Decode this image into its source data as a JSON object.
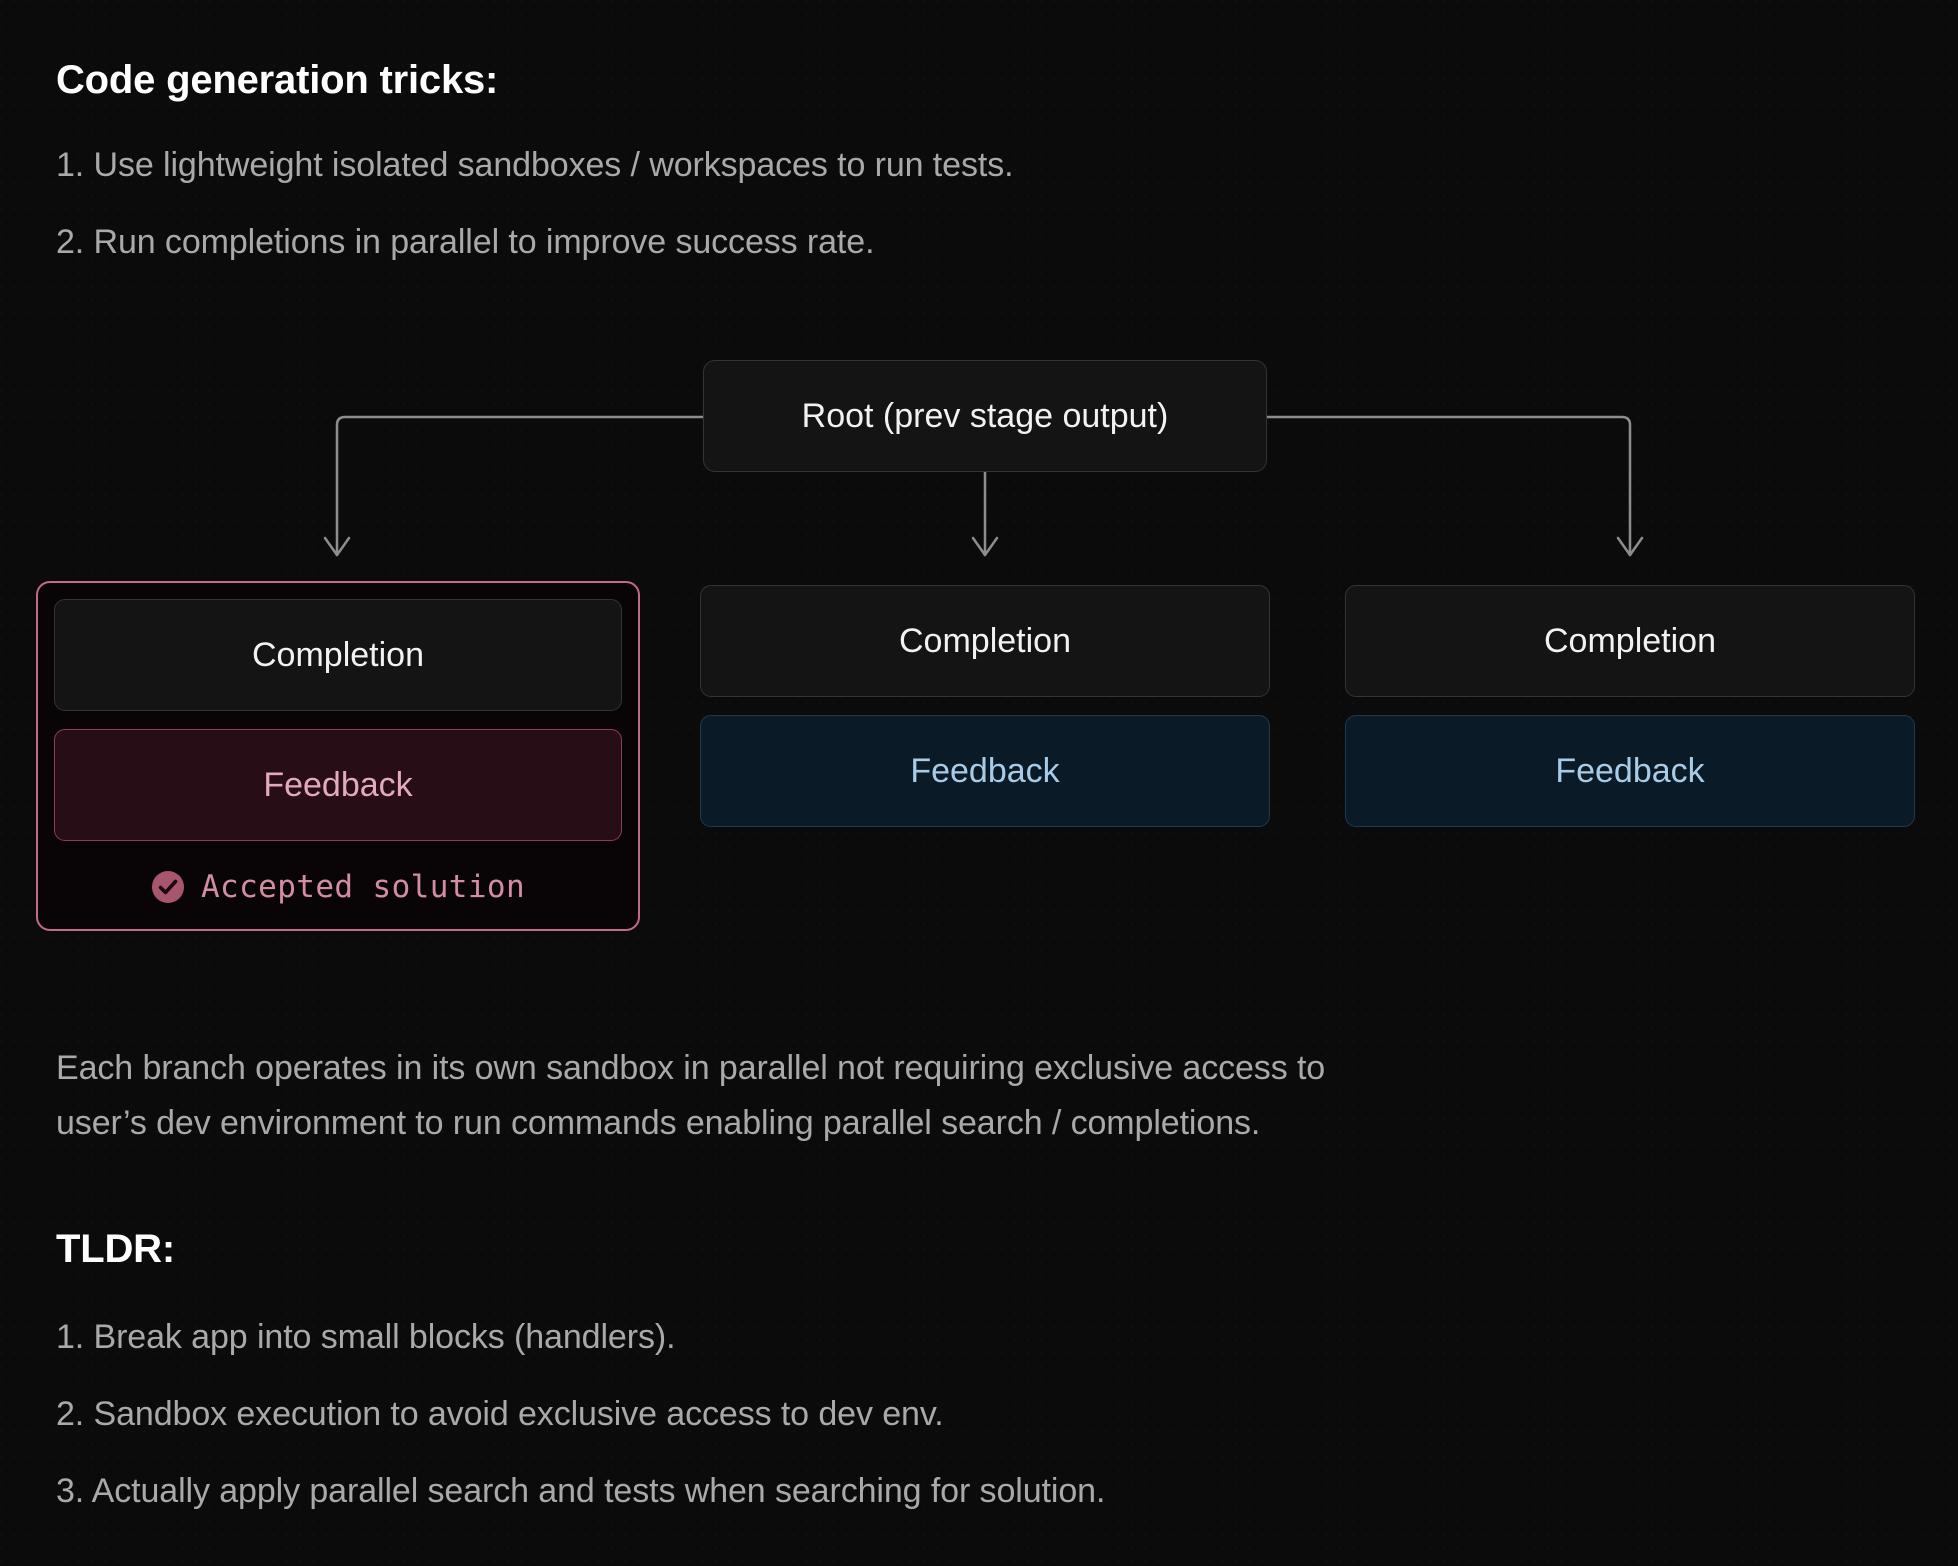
{
  "sections": {
    "tricks_heading": "Code generation tricks:",
    "tricks_items": [
      "1. Use lightweight isolated sandboxes / workspaces to run tests.",
      "2. Run completions in parallel to improve success rate."
    ],
    "note_lines": [
      "Each branch operates in its own sandbox in parallel not requiring exclusive access to",
      "user’s dev environment to run commands enabling parallel search / completions."
    ],
    "tldr_heading": "TLDR:",
    "tldr_items": [
      "1. Break app into small blocks (handlers).",
      "2. Sandbox execution to avoid exclusive access to dev env.",
      "3. Actually apply parallel search and tests when searching for solution."
    ]
  },
  "diagram": {
    "root_label": "Root (prev stage output)",
    "branches": [
      {
        "completion_label": "Completion",
        "feedback_label": "Feedback",
        "status_label": "Accepted solution",
        "selected": "true"
      },
      {
        "completion_label": "Completion",
        "feedback_label": "Feedback"
      },
      {
        "completion_label": "Completion",
        "feedback_label": "Feedback"
      }
    ]
  },
  "colors": {
    "background": "#0b0b0b",
    "heading_text": "#ffffff",
    "body_text": "#a9a9a9",
    "node_fill": "#141414",
    "node_border": "#343434",
    "feedback_fill": "#0b1a27",
    "feedback_border": "#1e3a52",
    "feedback_text": "#a8cce8",
    "accent_pink_border": "#c4688c",
    "accent_pink_fill": "#270d16",
    "accent_pink_text": "#e3a9bd",
    "accepted_text": "#d38da3",
    "connector_line": "#8d8d8d"
  }
}
